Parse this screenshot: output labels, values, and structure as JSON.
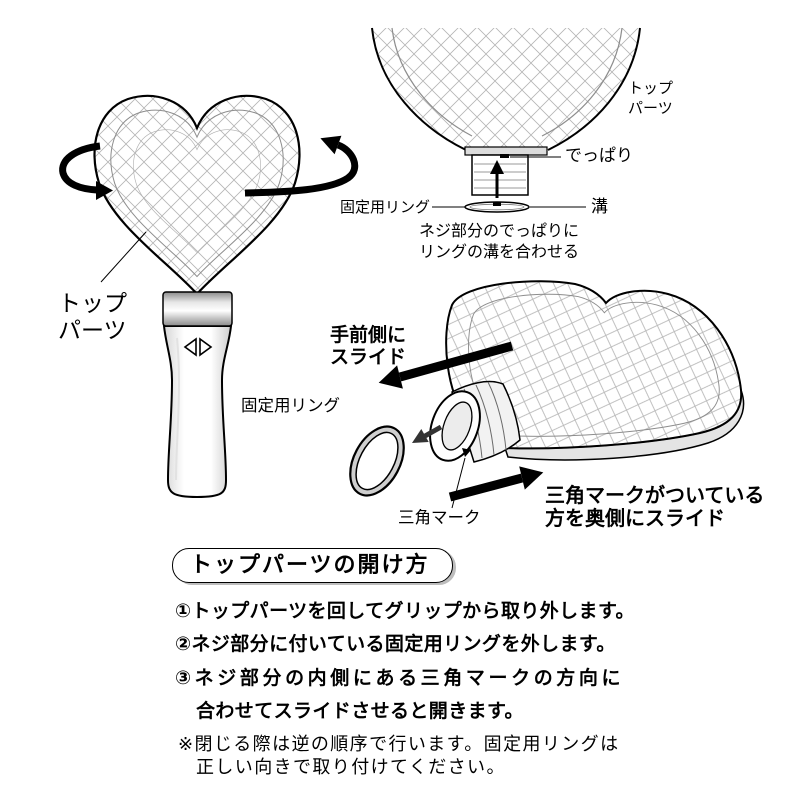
{
  "diagram": {
    "left_view": {
      "top_part_label": [
        "トップ",
        "パーツ"
      ]
    },
    "screw_detail": {
      "top_part_label": [
        "トップ",
        "パーツ"
      ],
      "protrusion_label": "でっぱり",
      "ring_label": "固定用リング",
      "groove_label": "溝",
      "caption": [
        "ネジ部分のでっぱりに",
        "リングの溝を合わせる"
      ]
    },
    "open_view": {
      "slide_front_label": [
        "手前側に",
        "スライド"
      ],
      "ring_label": "固定用リング",
      "triangle_mark_label": "三角マーク",
      "slide_back_label": [
        "三角マークがついている",
        "方を奥側にスライド"
      ]
    }
  },
  "instructions": {
    "title": "トップパーツの開け方",
    "steps": [
      [
        "①トップパーツを回してグリップから取り外します。"
      ],
      [
        "②ネジ部分に付いている固定用リングを外します。"
      ],
      [
        "③ネジ部分の内側にある三角マークの方向に",
        "合わせてスライドさせると開きます。"
      ]
    ],
    "note": [
      "※閉じる際は逆の順序で行います。固定用リングは",
      "正しい向きで取り付けてください。"
    ]
  },
  "icons": {
    "rotation_arrows": "rotate-arrow-icon",
    "slide_arrows": "slide-arrow-icon",
    "grip_mark": "triangle-pair-icon",
    "insert_arrow": "up-arrow-icon"
  },
  "colors": {
    "ink": "#000000",
    "facet_line": "#b5b5b5",
    "collar_metal": "#9a9a9a",
    "ring_band": "#cfcfcf",
    "title_pill_shadow": "#bdbdbd"
  }
}
